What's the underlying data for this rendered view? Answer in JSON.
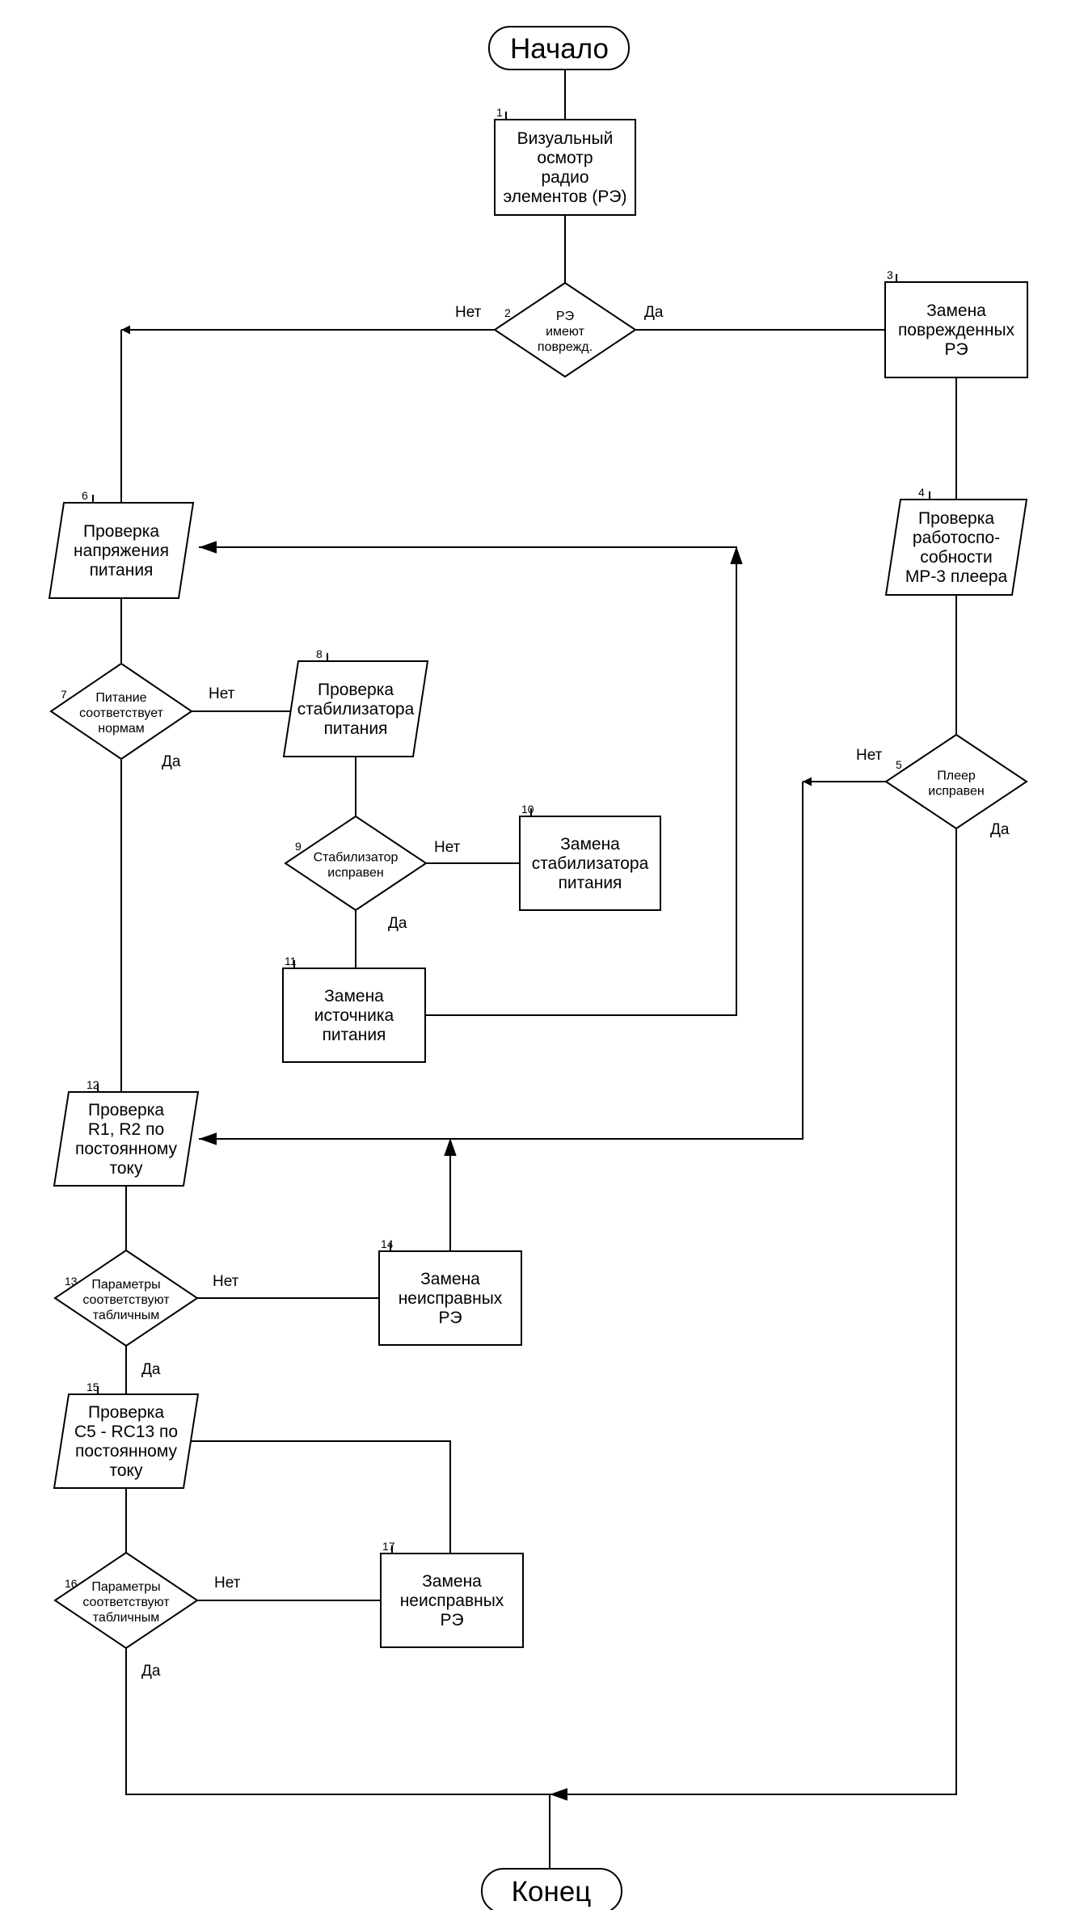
{
  "terminals": {
    "start": "Начало",
    "end": "Конец"
  },
  "nodes": [
    {
      "id": "1",
      "shape": "rect",
      "lines": [
        "Визуальный",
        "осмотр",
        "радио",
        "элементов (РЭ)"
      ]
    },
    {
      "id": "2",
      "shape": "diamond",
      "lines": [
        "РЭ",
        "имеют",
        "поврежд."
      ]
    },
    {
      "id": "3",
      "shape": "rect",
      "lines": [
        "Замена",
        "поврежденных",
        "РЭ"
      ]
    },
    {
      "id": "4",
      "shape": "parallelogram",
      "lines": [
        "Проверка",
        "работоспо-",
        "собности",
        "МР-3 плеера"
      ]
    },
    {
      "id": "5",
      "shape": "diamond",
      "lines": [
        "Плеер",
        "исправен"
      ]
    },
    {
      "id": "6",
      "shape": "parallelogram",
      "lines": [
        "Проверка",
        "напряжения",
        "питания"
      ]
    },
    {
      "id": "7",
      "shape": "diamond",
      "lines": [
        "Питание",
        "соответствует",
        "нормам"
      ]
    },
    {
      "id": "8",
      "shape": "parallelogram",
      "lines": [
        "Проверка",
        "стабилизатора",
        "питания"
      ]
    },
    {
      "id": "9",
      "shape": "diamond",
      "lines": [
        "Стабилизатор",
        "исправен"
      ]
    },
    {
      "id": "10",
      "shape": "rect",
      "lines": [
        "Замена",
        "стабилизатора",
        "питания"
      ]
    },
    {
      "id": "11",
      "shape": "rect",
      "lines": [
        "Замена",
        "источника",
        "питания"
      ]
    },
    {
      "id": "12",
      "shape": "parallelogram",
      "lines": [
        "Проверка",
        "R1, R2 по",
        "постоянному",
        "току"
      ]
    },
    {
      "id": "13",
      "shape": "diamond",
      "lines": [
        "Параметры",
        "соответствуют",
        "табличным"
      ]
    },
    {
      "id": "14",
      "shape": "rect",
      "lines": [
        "Замена",
        "неисправных",
        "РЭ"
      ]
    },
    {
      "id": "15",
      "shape": "parallelogram",
      "lines": [
        "Проверка",
        "С5 - RC13 по",
        "постоянному",
        "току"
      ]
    },
    {
      "id": "16",
      "shape": "diamond",
      "lines": [
        "Параметры",
        "соответствуют",
        "табличным"
      ]
    },
    {
      "id": "17",
      "shape": "rect",
      "lines": [
        "Замена",
        "неисправных",
        "РЭ"
      ]
    }
  ],
  "edge_labels": [
    {
      "from": "2",
      "text": "Нет"
    },
    {
      "from": "2",
      "text": "Да"
    },
    {
      "from": "5",
      "text": "Нет"
    },
    {
      "from": "5",
      "text": "Да"
    },
    {
      "from": "7",
      "text": "Нет"
    },
    {
      "from": "7",
      "text": "Да"
    },
    {
      "from": "9",
      "text": "Нет"
    },
    {
      "from": "9",
      "text": "Да"
    },
    {
      "from": "13",
      "text": "Нет"
    },
    {
      "from": "13",
      "text": "Да"
    },
    {
      "from": "16",
      "text": "Нет"
    },
    {
      "from": "16",
      "text": "Да"
    }
  ]
}
